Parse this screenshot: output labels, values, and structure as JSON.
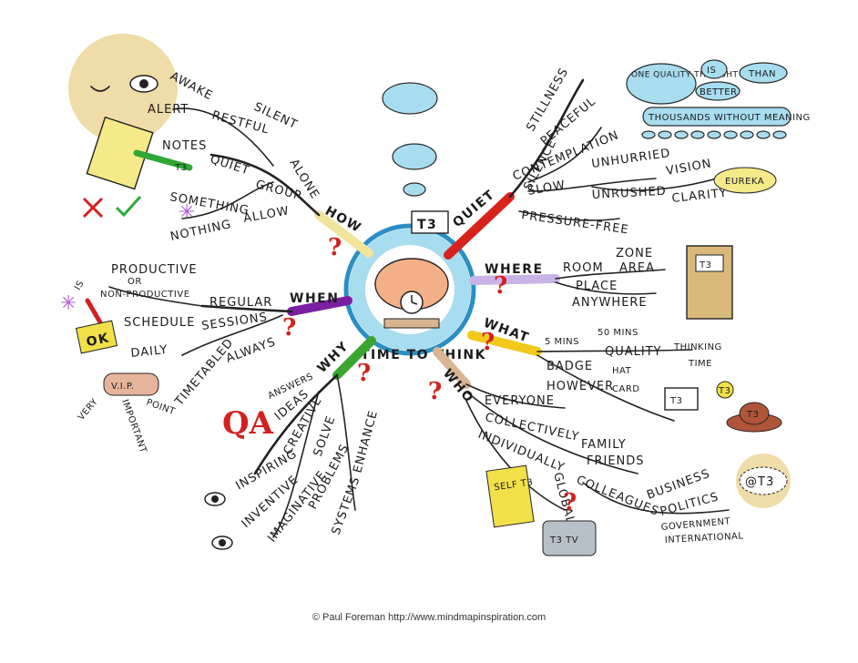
{
  "center": {
    "title": "TIME TO THINK",
    "badge": "T3"
  },
  "how": {
    "label": "HOW",
    "items": [
      "AWAKE",
      "ALERT",
      "SILENT",
      "RESTFUL",
      "ALONE",
      "NOTES",
      "QUIET",
      "GROUP",
      "SOMETHING",
      "ALLOW",
      "NOTHING"
    ],
    "pen_label": "T3"
  },
  "quiet": {
    "label": "QUIET",
    "items": [
      "SILENCE",
      "STILLNESS",
      "PEACEFUL",
      "CONTEMPLATION",
      "SLOW",
      "UNHURRIED",
      "UNRUSHED",
      "VISION",
      "CLARITY",
      "EUREKA",
      "PRESSURE-FREE"
    ]
  },
  "quality_clouds": [
    "ONE QUALITY THOUGHT",
    "IS",
    "THAN",
    "BETTER",
    "THOUSANDS WITHOUT MEANING"
  ],
  "where": {
    "label": "WHERE",
    "items": [
      "ROOM",
      "ZONE",
      "AREA",
      "PLACE",
      "ANYWHERE"
    ],
    "door_label": "T3"
  },
  "when": {
    "label": "WHEN",
    "items": [
      "PRODUCTIVE",
      "OR",
      "NON-PRODUCTIVE",
      "IS",
      "REGULAR",
      "SCHEDULE",
      "SESSIONS",
      "DAILY",
      "ALWAYS",
      "TIMETABLED"
    ],
    "ok_label": "OK",
    "vip": {
      "badge": "V.I.P.",
      "words": [
        "VERY",
        "IMPORTANT",
        "POINT"
      ]
    }
  },
  "what": {
    "label": "WHAT",
    "items": [
      "5 MINS",
      "50 MINS",
      "QUALITY",
      "THINKING",
      "TIME",
      "BADGE",
      "HAT",
      "CARD",
      "HOWEVER"
    ],
    "badge_labels": [
      "T3",
      "T3",
      "T3"
    ]
  },
  "why": {
    "label": "WHY",
    "items": [
      "ANSWERS",
      "IDEAS",
      "CREATIVE",
      "SOLVE",
      "ENHANCE",
      "INSPIRING",
      "INVENTIVE",
      "IMAGINATIVE",
      "PROBLEMS",
      "SYSTEMS"
    ],
    "qa_label": "QA"
  },
  "who": {
    "label": "WHO",
    "items": [
      "EVERYONE",
      "COLLECTIVELY",
      "FAMILY",
      "FRIENDS",
      "INDIVIDUALLY",
      "COLLEAGUES",
      "GLOBAL",
      "BUSINESS",
      "POLITICS",
      "GOVERNMENT",
      "INTERNATIONAL"
    ],
    "self_label": "SELF T3",
    "tv_label": "T3 TV",
    "at_label": "@T3"
  },
  "footer": "© Paul Foreman http://www.mindmapinspiration.com",
  "colors": {
    "how": "#f2e49b",
    "quiet": "#d8231c",
    "where": "#c9b3e6",
    "when": "#7a1fa2",
    "what": "#f2c81a",
    "why": "#3aa52f",
    "who": "#d8b48f",
    "cloud": "#a8dcef",
    "sun": "#f0dca8",
    "red": "#d3201f"
  }
}
